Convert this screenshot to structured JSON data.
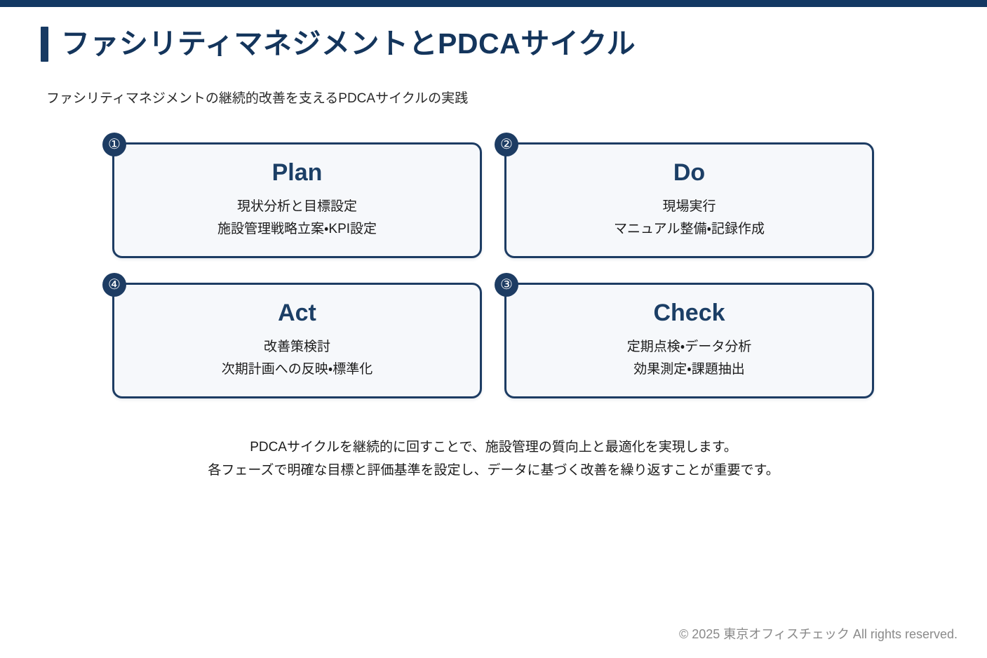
{
  "theme": {
    "navy": "#14355c",
    "card_border": "#1d3c63",
    "card_bg": "#f6f8fb",
    "accent_bar": "#133863",
    "footer_color": "#8a8a8a"
  },
  "header": {
    "title": "ファシリティマネジメントとPDCAサイクル",
    "subtitle": "ファシリティマネジメントの継続的改善を支えるPDCAサイクルの実践"
  },
  "cards": [
    {
      "badge": "①",
      "badge_number": "1",
      "title": "Plan",
      "line1": "現状分析と目標設定",
      "line2": "施設管理戦略立案・KPI設定"
    },
    {
      "badge": "②",
      "badge_number": "2",
      "title": "Do",
      "line1": "現場実行",
      "line2": "マニュアル整備・記録作成"
    },
    {
      "badge": "④",
      "badge_number": "4",
      "title": "Act",
      "line1": "改善策検討",
      "line2": "次期計画への反映・標準化"
    },
    {
      "badge": "③",
      "badge_number": "3",
      "title": "Check",
      "line1": "定期点検・データ分析",
      "line2": "効果測定・課題抽出"
    }
  ],
  "summary": {
    "line1": "PDCAサイクルを継続的に回すことで、施設管理の質向上と最適化を実現します。",
    "line2": "各フェーズで明確な目標と評価基準を設定し、データに基づく改善を繰り返すことが重要です。"
  },
  "footer": {
    "copyright": "© 2025 東京オフィスチェック All rights reserved."
  }
}
